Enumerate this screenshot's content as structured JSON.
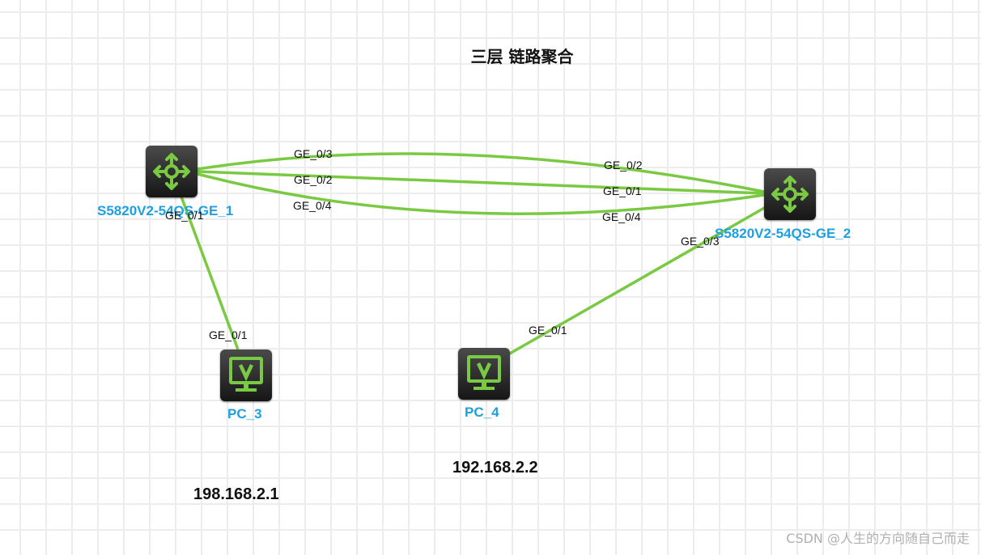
{
  "diagram": {
    "title": "三层 链路聚合",
    "devices": {
      "switch1": {
        "label": "S5820V2-54QS-GE_1",
        "icon": "l3-switch-icon"
      },
      "switch2": {
        "label": "S5820V2-54QS-GE_2",
        "icon": "l3-switch-icon"
      },
      "pc3": {
        "label": "PC_3",
        "icon": "pc-monitor-icon",
        "ip": "198.168.2.1"
      },
      "pc4": {
        "label": "PC_4",
        "icon": "pc-monitor-icon",
        "ip": "192.168.2.2"
      }
    },
    "links": [
      {
        "from": "switch1",
        "from_port": "GE_0/3",
        "to": "switch2",
        "to_port": "GE_0/2"
      },
      {
        "from": "switch1",
        "from_port": "GE_0/2",
        "to": "switch2",
        "to_port": "GE_0/1"
      },
      {
        "from": "switch1",
        "from_port": "GE_0/4",
        "to": "switch2",
        "to_port": "GE_0/4"
      },
      {
        "from": "switch1",
        "from_port": "GE_0/1",
        "to": "pc3",
        "to_port": "GE_0/1"
      },
      {
        "from": "switch2",
        "from_port": "GE_0/3",
        "to": "pc4",
        "to_port": "GE_0/1"
      }
    ],
    "link_color": "#7ac943",
    "label_color": "#1ea0e0"
  },
  "watermark": "CSDN @人生的方向随自己而走"
}
